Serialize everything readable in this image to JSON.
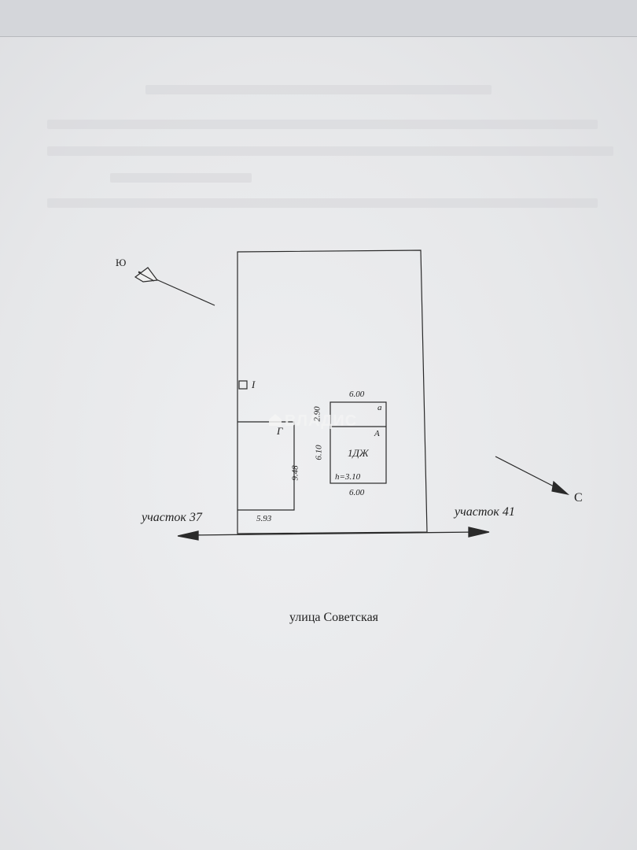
{
  "compass": {
    "south": "Ю",
    "north": "С"
  },
  "marker": {
    "label": "I"
  },
  "garage": {
    "letter": "Г",
    "depth": "9.48",
    "width": "5.93"
  },
  "house": {
    "annex_letter": "а",
    "main_letter": "А",
    "width_top": "6.00",
    "annex_depth": "2.90",
    "main_depth": "6.10",
    "designation": "1ДЖ",
    "height": "h=3.10",
    "width_bottom": "6.00"
  },
  "neighbors": {
    "left": "участок 37",
    "right": "участок 41"
  },
  "street": "улица Советская",
  "watermark": "ВЛАДИС",
  "colors": {
    "ink": "#222222",
    "paper": "#e9eaec"
  }
}
